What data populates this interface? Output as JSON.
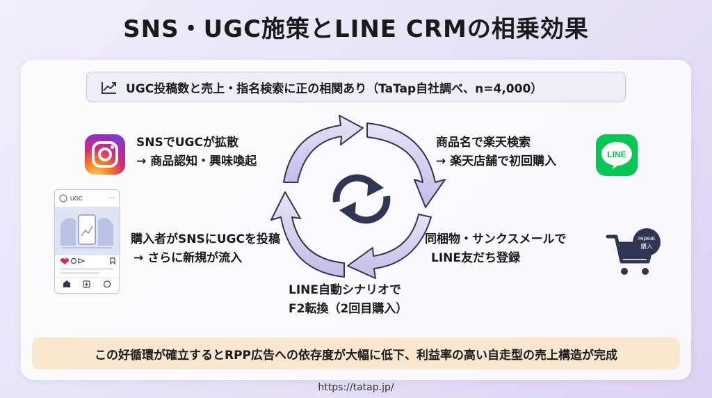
{
  "title": "SNS・UGC施策とLINE CRMの相乗効果",
  "banner": {
    "icon": "trending-up-icon",
    "text": "UGC投稿数と売上・指名検索に正の相関あり（TaTap自社調べ、n=4,000）"
  },
  "steps": {
    "sns": {
      "line1": "SNSでUGCが拡散",
      "line2": "→ 商品認知・興味喚起"
    },
    "search": {
      "line1": "商品名で楽天検索",
      "line2": "→ 楽天店舗で初回購入"
    },
    "line_register": {
      "line1": "同梱物・サンクスメールで",
      "line2": "LINE友だち登録"
    },
    "scenario": {
      "line1": "LINE自動シナリオで",
      "line2": "F2転換（2回目購入）"
    },
    "post": {
      "line1": "購入者がSNSにUGCを投稿",
      "line2": "→ さらに新規が流入"
    }
  },
  "icons": {
    "instagram": "instagram-icon",
    "line": {
      "name": "line-app-icon",
      "label": "LINE"
    },
    "cart": {
      "name": "shopping-cart-icon",
      "badge_line1": "repeat",
      "badge_line2": "購入"
    },
    "cycle": "refresh-cycle-icon"
  },
  "post_mock": {
    "username": "UGC"
  },
  "footer": "この好循環が確立するとRPP広告への依存度が大幅に低下、利益率の高い自走型の売上構造が完成",
  "url": "https://tatap.jp/",
  "colors": {
    "arrow_fill": "#d7d1f0",
    "arrow_stroke": "#2f3654",
    "footer_bg": "#fbe7cf",
    "line_green": "#06c755"
  }
}
